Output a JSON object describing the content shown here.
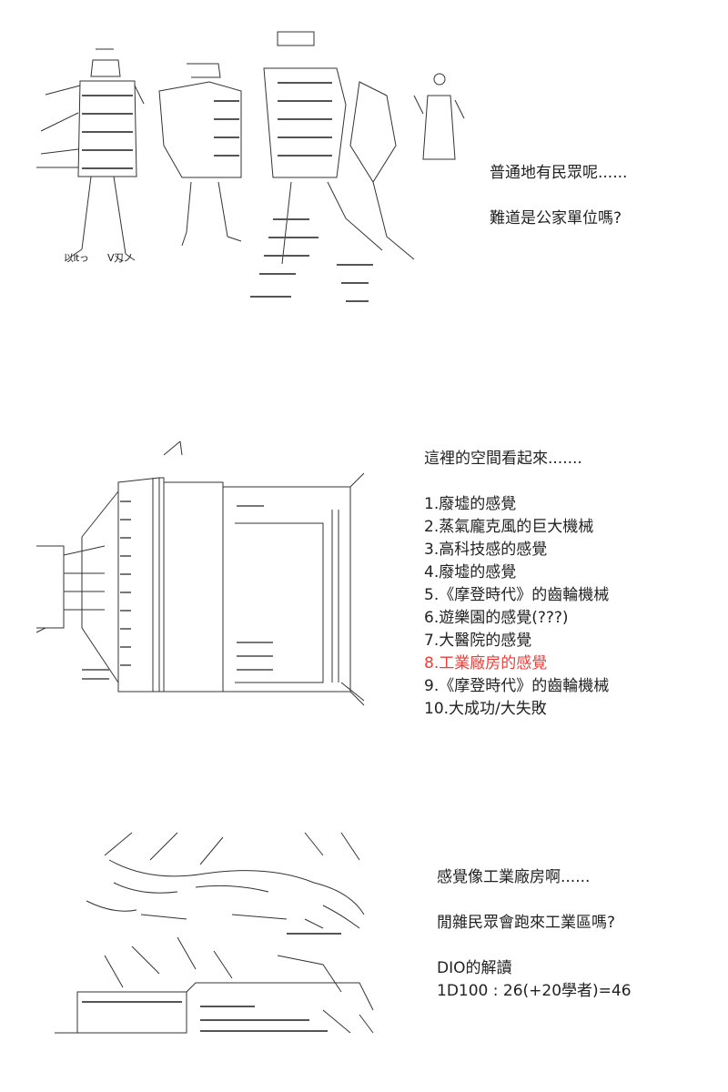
{
  "panel_1": {
    "text_lines": [
      "普通地有民眾呢......",
      "",
      "難道是公家單位嗎?"
    ],
    "art_labels": [
      "以ltっ",
      "V刄ノ"
    ]
  },
  "panel_2": {
    "intro": "這裡的空間看起來.......",
    "options": [
      "1.廢墟的感覺",
      "2.蒸氣龐克風的巨大機械",
      "3.高科技感的感覺",
      "4.廢墟的感覺",
      "5.《摩登時代》的齒輪機械",
      "6.遊樂園的感覺(???)",
      "7.大醫院的感覺",
      "8.工業廠房的感覺",
      "9.《摩登時代》的齒輪機械",
      "10.大成功/大失敗"
    ],
    "highlight_index": 7,
    "highlight_color": "#e8413d"
  },
  "panel_3": {
    "line_1": "感覺像工業廠房啊......",
    "line_2": "閒雜民眾會跑來工業區嗎?",
    "roll_title": "DIO的解讀",
    "roll_result": "1D100 : 26(+20學者)=46"
  }
}
